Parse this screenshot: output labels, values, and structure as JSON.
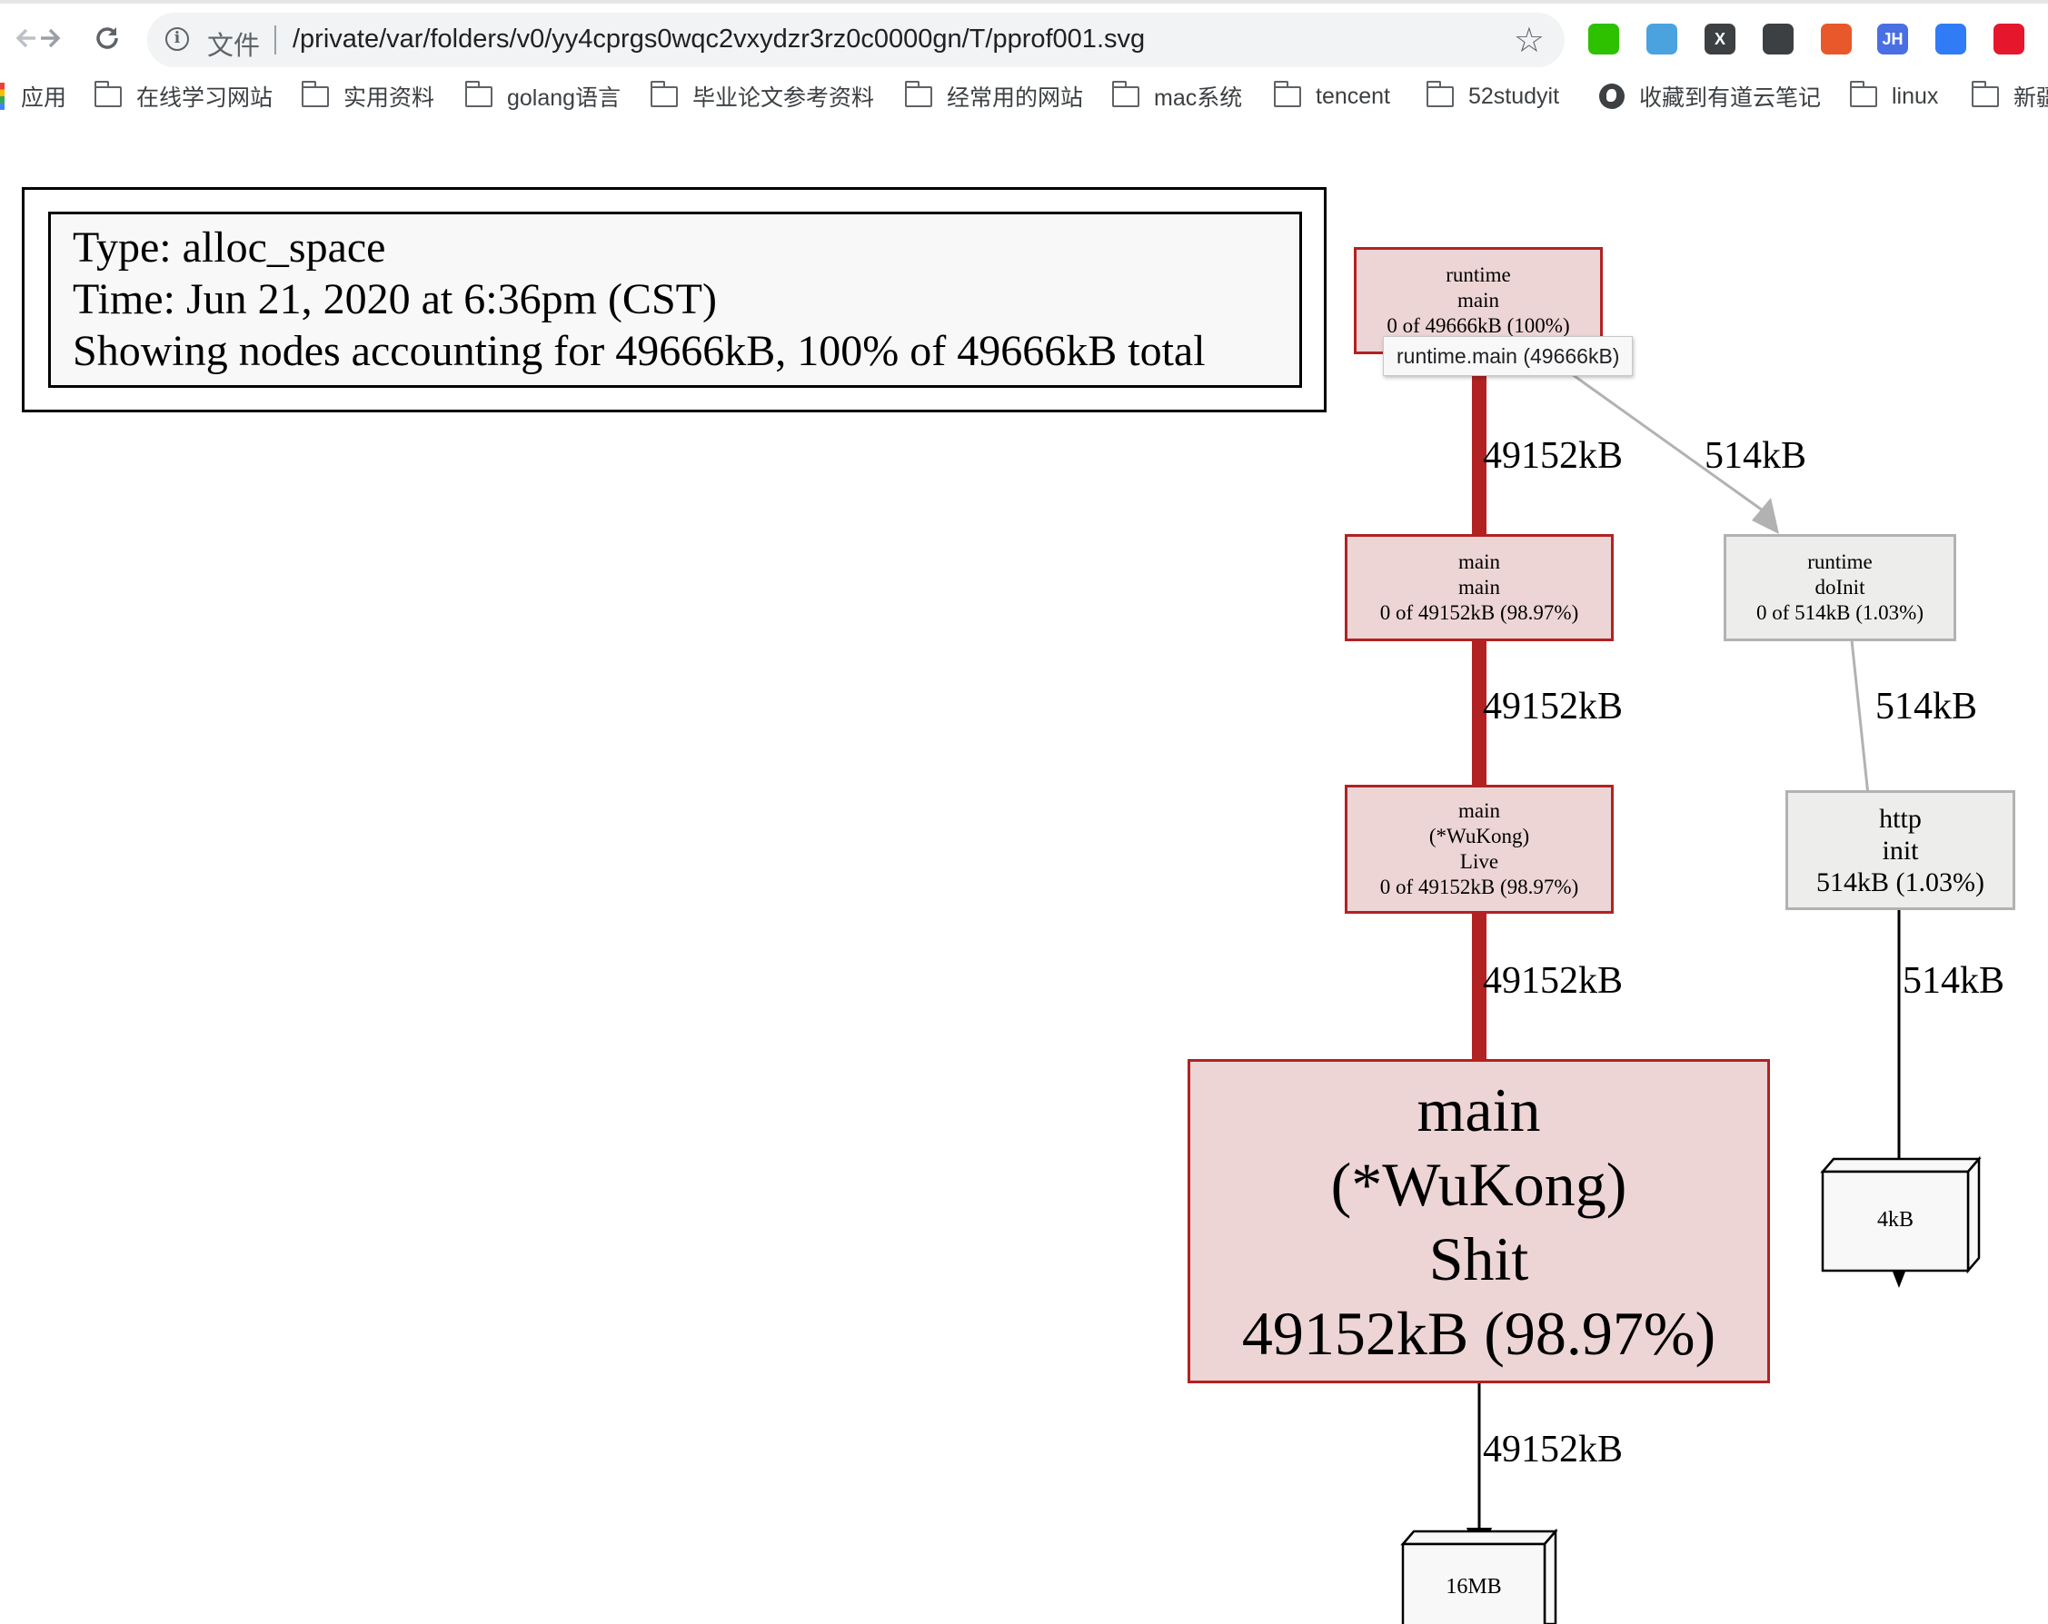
{
  "browser": {
    "address": {
      "scheme_label": "文件",
      "url": "/private/var/folders/v0/yy4cprgs0wqc2vxydzr3rz0c0000gn/T/pprof001.svg"
    },
    "bookmarks": [
      {
        "label": "应用",
        "icon": "apps-icon"
      },
      {
        "label": "在线学习网站",
        "icon": "folder-icon"
      },
      {
        "label": "实用资料",
        "icon": "folder-icon"
      },
      {
        "label": "golang语言",
        "icon": "folder-icon"
      },
      {
        "label": "毕业论文参考资料",
        "icon": "folder-icon"
      },
      {
        "label": "经常用的网站",
        "icon": "folder-icon"
      },
      {
        "label": "mac系统",
        "icon": "folder-icon"
      },
      {
        "label": "tencent",
        "icon": "folder-icon"
      },
      {
        "label": "52studyit",
        "icon": "folder-icon"
      },
      {
        "label": "收藏到有道云笔记",
        "icon": "globe-icon"
      },
      {
        "label": "linux",
        "icon": "folder-icon"
      },
      {
        "label": "新疆",
        "icon": "folder-icon"
      }
    ],
    "extensions": [
      {
        "name": "wechat-extension-icon",
        "glyph": "",
        "color": "#2dc100"
      },
      {
        "name": "note-extension-icon",
        "glyph": "",
        "color": "#4aa3df"
      },
      {
        "name": "x-extension-icon",
        "glyph": "X",
        "color": "#3c4043"
      },
      {
        "name": "shield-extension-icon",
        "glyph": "",
        "color": "#3c4043"
      },
      {
        "name": "network-extension-icon",
        "glyph": "",
        "color": "#e8582b"
      },
      {
        "name": "jh-extension-icon",
        "glyph": "JH",
        "color": "#4a6fe3"
      },
      {
        "name": "edit-extension-icon",
        "glyph": "",
        "color": "#2f7cf6"
      },
      {
        "name": "weibo-extension-icon",
        "glyph": "",
        "color": "#e6162d"
      }
    ]
  },
  "legend": {
    "type_line": "Type: alloc_space",
    "time_line": "Time: Jun 21, 2020 at 6:36pm (CST)",
    "summary_line": "Showing nodes accounting for 49666kB, 100% of 49666kB total"
  },
  "graph": {
    "nodes": {
      "runtime_main": {
        "lines": [
          "runtime",
          "main",
          "0 of 49666kB (100%)"
        ]
      },
      "main_main": {
        "lines": [
          "main",
          "main",
          "0 of 49152kB (98.97%)"
        ]
      },
      "wukong_live": {
        "lines": [
          "main",
          "(*WuKong)",
          "Live",
          "0 of 49152kB (98.97%)"
        ]
      },
      "wukong_shit": {
        "lines": [
          "main",
          "(*WuKong)",
          "Shit",
          "49152kB (98.97%)"
        ]
      },
      "runtime_doinit": {
        "lines": [
          "runtime",
          "doInit",
          "0 of 514kB (1.03%)"
        ]
      },
      "http_init": {
        "lines": [
          "http",
          "init",
          "514kB (1.03%)"
        ]
      },
      "alloc_4kb": {
        "label": "4kB"
      },
      "alloc_16mb": {
        "label": "16MB"
      }
    },
    "edges": {
      "main_to_mainmain": "49152kB",
      "main_to_doinit": "514kB",
      "mainmain_to_live": "49152kB",
      "doinit_to_http": "514kB",
      "live_to_shit": "49152kB",
      "http_to_4kb": "514kB",
      "shit_to_16mb": "49152kB"
    },
    "tooltip": "runtime.main (49666kB)",
    "colors": {
      "hot_fill": "#edd5d5",
      "hot_edge": "#b22222",
      "cold_fill": "#ededec",
      "cold_edge": "#b2b2b2"
    }
  }
}
